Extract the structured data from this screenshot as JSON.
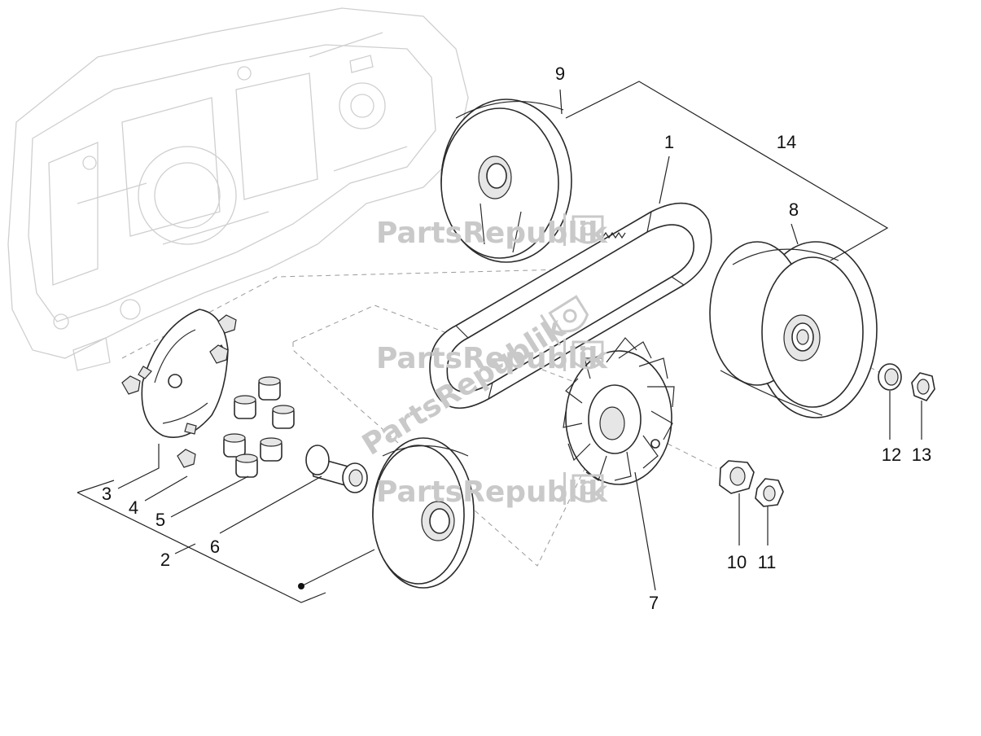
{
  "watermark": {
    "text": "PartsRepublik",
    "icon": "gear-shield-icon"
  },
  "callouts": [
    "1",
    "2",
    "3",
    "4",
    "5",
    "6",
    "7",
    "8",
    "9",
    "10",
    "11",
    "12",
    "13",
    "14"
  ],
  "colors": {
    "line": "#2a2a2a",
    "ghost": "#cfcfcf",
    "watermark": "#c9c9c9"
  }
}
